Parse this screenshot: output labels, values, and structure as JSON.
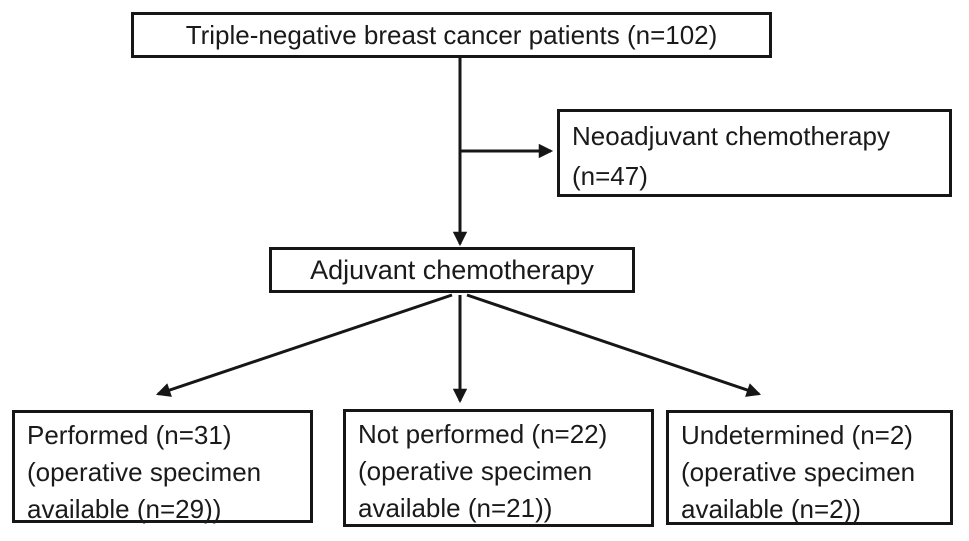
{
  "figure": {
    "colors": {
      "border": "#161616",
      "text": "#1a1a1a",
      "background": "#ffffff"
    },
    "nodes": {
      "root": {
        "label": "Triple-negative breast cancer patients (n=102)"
      },
      "neoadjuvant": {
        "lines": [
          "Neoadjuvant chemotherapy",
          "(n=47)"
        ]
      },
      "adjuvant": {
        "label": "Adjuvant chemotherapy"
      },
      "performed": {
        "lines": [
          "Performed (n=31)",
          "(operative specimen",
          "available (n=29))"
        ]
      },
      "not_performed": {
        "lines": [
          "Not performed (n=22)",
          "(operative specimen",
          "available (n=21))"
        ]
      },
      "undetermined": {
        "lines": [
          "Undetermined (n=2)",
          "(operative specimen",
          "available (n=2))"
        ]
      }
    },
    "edges": [
      {
        "from": "root",
        "to": "adjuvant"
      },
      {
        "from": "root",
        "to": "neoadjuvant"
      },
      {
        "from": "adjuvant",
        "to": "performed"
      },
      {
        "from": "adjuvant",
        "to": "not_performed"
      },
      {
        "from": "adjuvant",
        "to": "undetermined"
      }
    ]
  }
}
